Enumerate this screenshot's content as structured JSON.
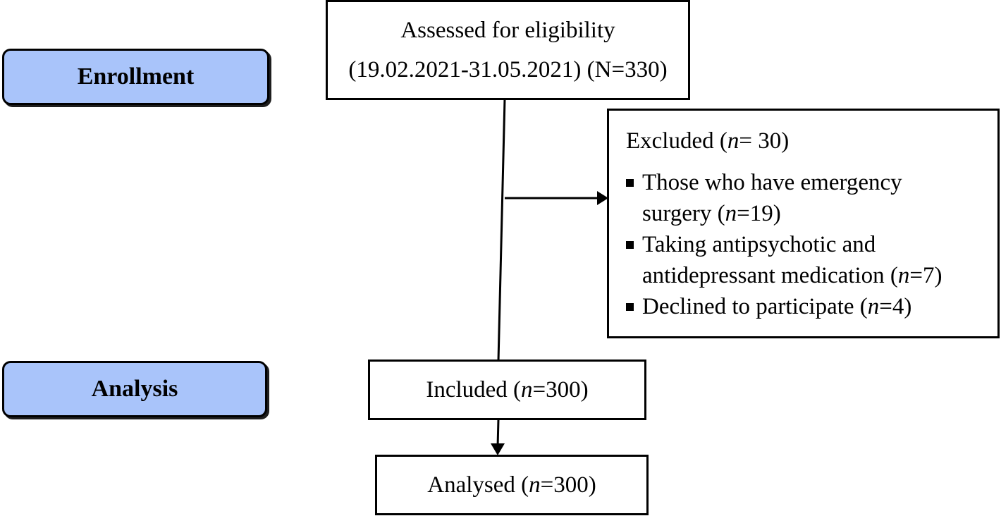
{
  "stages": {
    "enrollment": "Enrollment",
    "analysis": "Analysis"
  },
  "assessed": {
    "line1": "Assessed for eligibility",
    "line2": "(19.02.2021-31.05.2021) (N=330)"
  },
  "excluded": {
    "title_prefix": "Excluded (",
    "title_n": "n",
    "title_suffix": "= 30)",
    "items": [
      {
        "text": "Those who have emergency surgery (",
        "n": "n",
        "suffix": "=19)"
      },
      {
        "text": "Taking antipsychotic and antidepressant medication (",
        "n": "n",
        "suffix": "=7)"
      },
      {
        "text": "Declined to participate (",
        "n": "n",
        "suffix": "=4)"
      }
    ]
  },
  "included": {
    "prefix": "Included (",
    "n": "n",
    "suffix": "=300)"
  },
  "analysed": {
    "prefix": "Analysed (",
    "n": "n",
    "suffix": "=300)"
  }
}
